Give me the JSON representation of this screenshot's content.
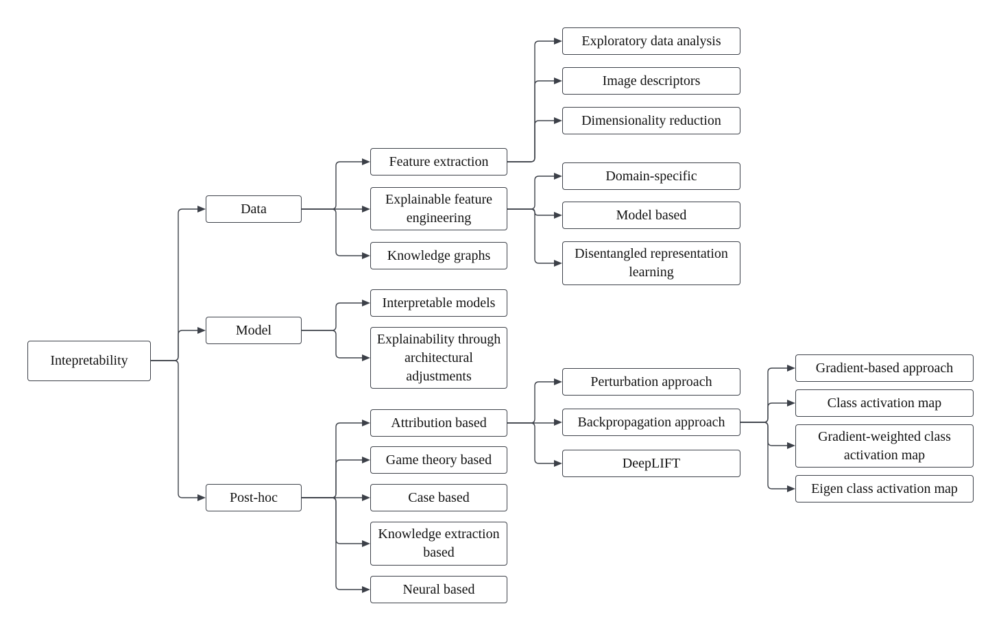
{
  "nodes": {
    "root": "Intepretability",
    "data": "Data",
    "model": "Model",
    "posthoc": "Post-hoc",
    "feature_extraction": "Feature extraction",
    "explainable_feature_engineering": "Explainable feature engineering",
    "knowledge_graphs": "Knowledge graphs",
    "interpretable_models": "Interpretable models",
    "explainability_architectural": "Explainability through architectural adjustments",
    "attribution_based": "Attribution based",
    "game_theory_based": "Game theory based",
    "case_based": "Case based",
    "knowledge_extraction_based": "Knowledge extraction based",
    "neural_based": "Neural based",
    "exploratory_data_analysis": "Exploratory data analysis",
    "image_descriptors": "Image descriptors",
    "dimensionality_reduction": "Dimensionality reduction",
    "domain_specific": "Domain-specific",
    "model_based": "Model based",
    "disentangled_representation_learning": "Disentangled representation learning",
    "perturbation_approach": "Perturbation approach",
    "backpropagation_approach": "Backpropagation approach",
    "deeplift": "DeepLIFT",
    "gradient_based_approach": "Gradient-based approach",
    "class_activation_map": "Class activation map",
    "gradient_weighted_cam": "Gradient-weighted class activation map",
    "eigen_cam": "Eigen class activation map"
  },
  "colors": {
    "stroke": "#3c4048",
    "text": "#111111",
    "background": "#ffffff"
  }
}
